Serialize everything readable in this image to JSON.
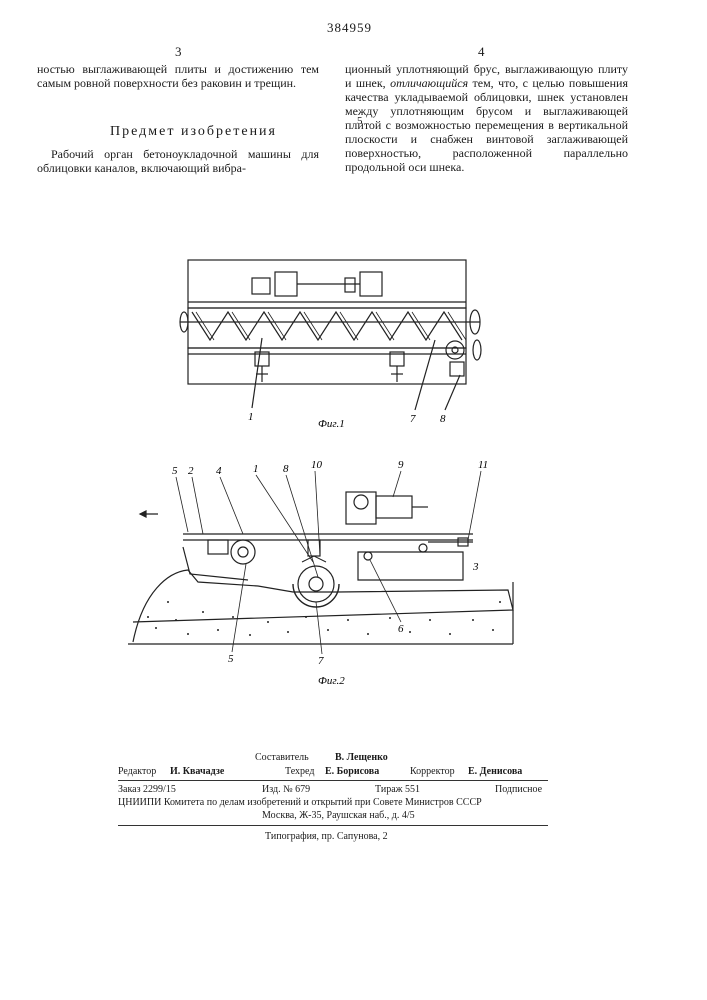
{
  "header": {
    "patent_number": "384959",
    "left_col_number": "3",
    "right_col_number": "4",
    "line_number_5": "5"
  },
  "left_column": {
    "para1": "ностью выглаживающей плиты и достижению тем самым ровной поверхности без раковин и трещин.",
    "heading": "Предмет изобретения",
    "para2": "Рабочий орган бетоноукладочной машины для облицовки каналов, включающий вибра-"
  },
  "right_column": {
    "text_before": "ционный уплотняющий брус, выглаживающую плиту и шнек, ",
    "emphasis": "отличающийся",
    "text_after": " тем, что, с целью повышения качества укладываемой облицовки, шнек установлен между уплотняющим брусом и выглаживающей плитой с возможностью перемещения в вертикальной плоскости и снабжен винтовой заглаживающей поверхностью, расположенной параллельно продольной оси шнека."
  },
  "figure1": {
    "caption": "Фиг.1",
    "labels": [
      "1",
      "7",
      "8"
    ]
  },
  "figure2": {
    "caption": "Фиг.2",
    "labels": [
      "5",
      "2",
      "4",
      "1",
      "8",
      "10",
      "9",
      "11",
      "3",
      "5",
      "7",
      "6"
    ]
  },
  "colophon": {
    "compiler_label": "Составитель",
    "compiler_name": "В. Лещенко",
    "editor_label": "Редактор",
    "editor_name": "И. Квачадзе",
    "techred_label": "Техред",
    "techred_name": "Е. Борисова",
    "corrector_label": "Корректор",
    "corrector_name": "Е. Денисова",
    "order": "Заказ 2299/15",
    "izd": "Изд. № 679",
    "tirazh": "Тираж 551",
    "podpisnoe": "Подписное",
    "org_line1": "ЦНИИПИ Комитета по делам изобретений и открытий при Совете Министров СССР",
    "org_line2": "Москва, Ж-35, Раушская наб., д. 4/5",
    "printing": "Типография, пр. Сапунова, 2"
  }
}
